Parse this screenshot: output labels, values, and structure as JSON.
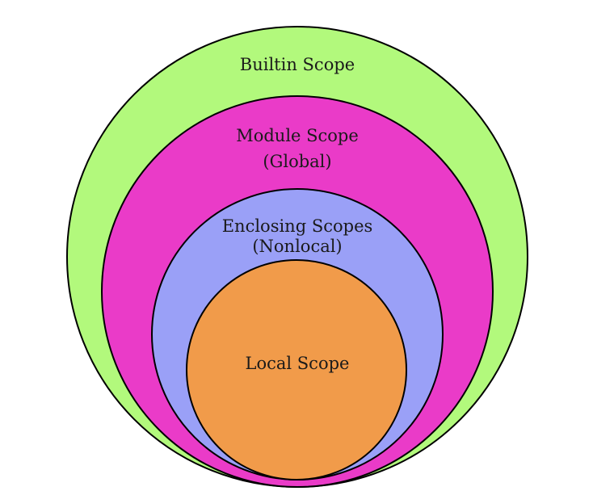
{
  "diagram": {
    "layers": [
      {
        "id": "builtin",
        "lines": [
          "Builtin Scope"
        ],
        "color": "#b2f97c"
      },
      {
        "id": "module",
        "lines": [
          "Module Scope",
          "(Global)"
        ],
        "color": "#ea3bc8"
      },
      {
        "id": "enclosing",
        "lines": [
          "Enclosing Scopes",
          "(Nonlocal)"
        ],
        "color": "#9aa0f7"
      },
      {
        "id": "local",
        "lines": [
          "Local Scope"
        ],
        "color": "#f19b4a"
      }
    ],
    "stroke_color": "#000000"
  }
}
